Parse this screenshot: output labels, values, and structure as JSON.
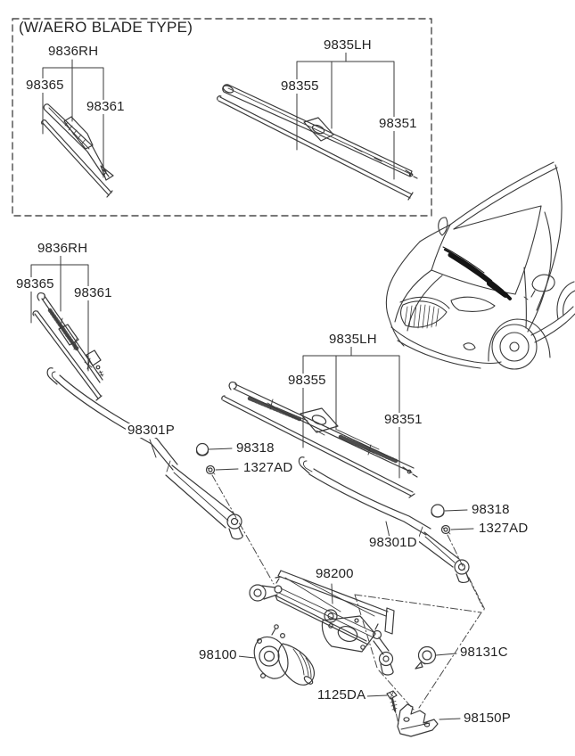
{
  "page": {
    "background": "#ffffff",
    "line_color": "#3a3a3a",
    "text_color": "#232323",
    "wiper_highlight": "#141414"
  },
  "aero_box": {
    "header": "(W/AERO BLADE TYPE)",
    "rh_blade": {
      "assembly_no": "9836RH",
      "part1_no": "98365",
      "part2_no": "98361"
    },
    "lh_blade": {
      "assembly_no": "9835LH",
      "part1_no": "98355",
      "part2_no": "98351"
    }
  },
  "main": {
    "rh_blade": {
      "assembly_no": "9836RH",
      "part1_no": "98365",
      "part2_no": "98361"
    },
    "lh_blade": {
      "assembly_no": "9835LH",
      "part1_no": "98355",
      "part2_no": "98351"
    },
    "wiper_arm_passenger_no": "98301P",
    "wiper_arm_driver_no": "98301D",
    "cap_left_no": "98318",
    "nut_left_no": "1327AD",
    "cap_right_no": "98318",
    "nut_right_no": "1327AD",
    "linkage_no": "98200",
    "motor_no": "98100",
    "grommet_no": "98131C",
    "bolt_no": "1125DA",
    "bracket_no": "98150P"
  }
}
